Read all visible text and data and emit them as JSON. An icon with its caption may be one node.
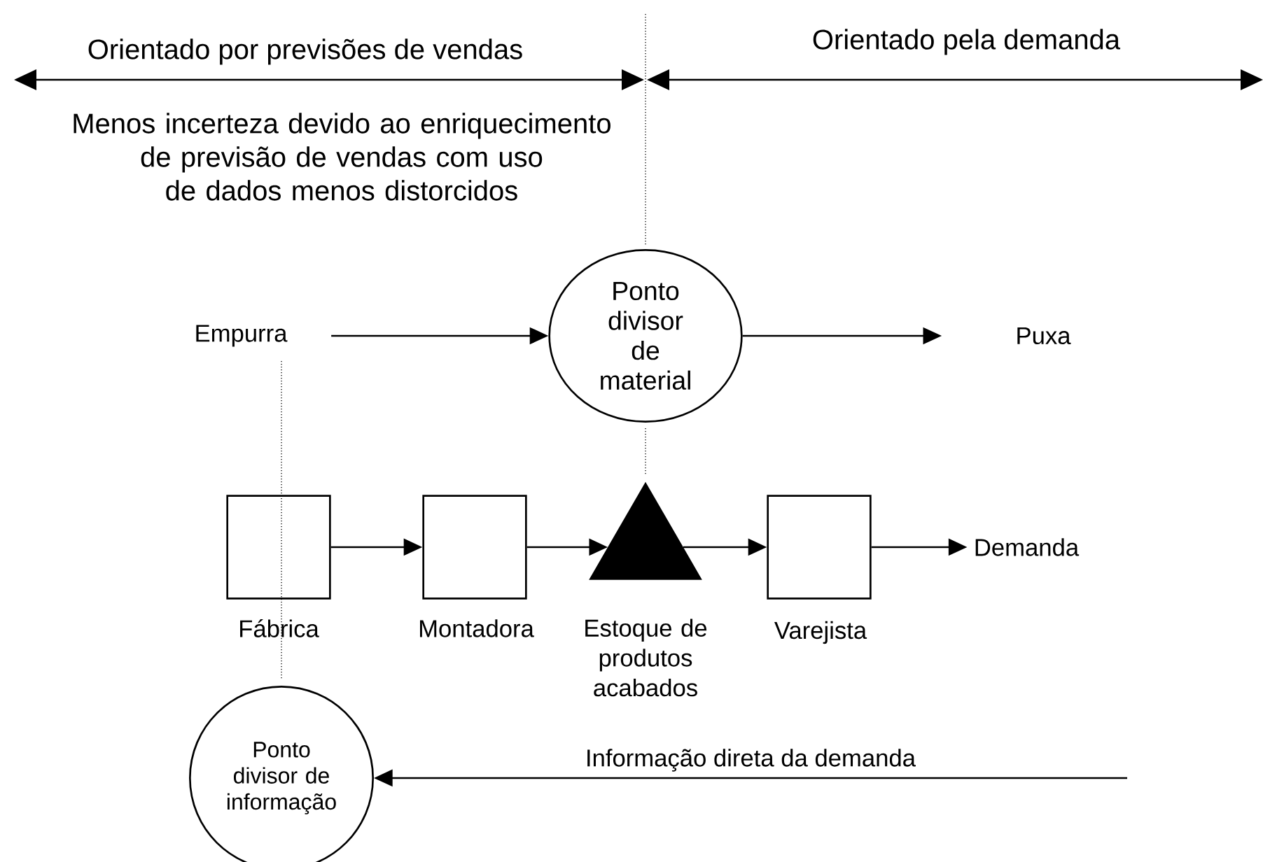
{
  "diagram": {
    "nodes": [
      {
        "text": [
          "Empurra"
        ]
      },
      {
        "text": [
          "Ponto divisor de material"
        ]
      },
      {
        "text": [
          "Puxa"
        ]
      },
      {
        "text": [],
        "shape": "box",
        "beside": [
          "Fábrica"
        ]
      },
      {
        "text": [],
        "shape": "box",
        "beside": [
          "Montadora"
        ]
      },
      {
        "text": [],
        "shape": "triangle",
        "beside": [
          "Estoque de produtos acabados"
        ]
      },
      {
        "text": [],
        "shape": "box",
        "beside": [
          "Varejista"
        ]
      },
      {
        "text": [
          "Demanda"
        ]
      },
      {
        "text": [
          "Ponto divisor de informação"
        ]
      }
    ],
    "edges": [
      {
        "from": 0,
        "to": 1,
        "arrow": "to"
      },
      {
        "from": 1,
        "to": 2,
        "arrow": "to"
      },
      {
        "from": 3,
        "to": 4,
        "arrow": "to"
      },
      {
        "from": 4,
        "to": 5,
        "arrow": "to"
      },
      {
        "from": 5,
        "to": 6,
        "arrow": "to"
      },
      {
        "from": 6,
        "to": 7,
        "arrow": "to"
      },
      {
        "from": null,
        "to": 8,
        "arrow": "to",
        "label": "Informação direta da demanda"
      }
    ],
    "labels": [
      "Orientado por previsões de vendas",
      "Orientado pela demanda",
      "Menos incerteza devido ao enriquecimento de previsão de vendas com uso de dados menos distorcidos"
    ]
  }
}
